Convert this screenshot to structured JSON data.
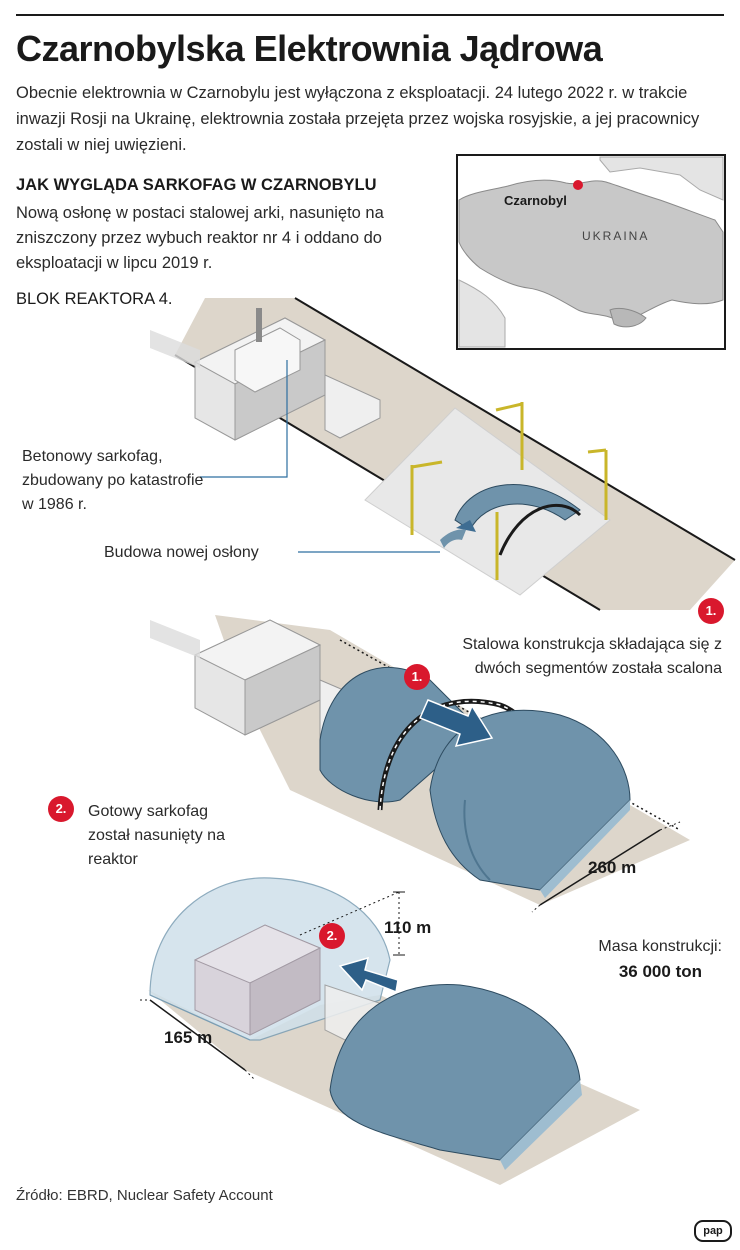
{
  "header": {
    "title": "Czarnobylska Elektrownia Jądrowa",
    "intro": "Obecnie elektrownia w Czarnobylu jest wyłączona z eksploatacji. 24 lutego 2022 r. w trakcie inwazji Rosji na Ukrainę, elektrownia została przejęta przez wojska rosyjskie, a jej pracownicy zostali w niej uwięzieni."
  },
  "section": {
    "heading": "JAK WYGLĄDA SARKOFAG W CZARNOBYLU",
    "text": "Nową osłonę w postaci stalowej arki, nasunięto na zniszczony przez wybuch reaktor nr 4 i oddano do eksploatacji w lipcu 2019 r."
  },
  "map": {
    "city": "Czarnobyl",
    "country": "UKRAINA"
  },
  "diagram": {
    "block_label": "BLOK REAKTORA 4.",
    "old_sarcophagus_label": "Betonowy sarkofag, zbudowany po katastrofie w 1986 r.",
    "construction_label": "Budowa nowej osłony",
    "step1": {
      "badge": "1.",
      "text": "Stalowa konstrukcja składająca się z dwóch segmentów została scalona"
    },
    "step2": {
      "badge": "2.",
      "text": "Gotowy sarkofag został nasunięty na reaktor"
    },
    "length_label": "260 m",
    "height_label": "110 m",
    "width_label": "165 m",
    "mass_label": "Masa konstrukcji:",
    "mass_value": "36 000 ton"
  },
  "colors": {
    "accent": "#d9182d",
    "arch": "#6f93ab",
    "ground": "#ddd6cb",
    "arrow": "#2d5f88"
  },
  "footer": {
    "source": "Źródło: EBRD, Nuclear Safety Account",
    "logo": "pap"
  }
}
